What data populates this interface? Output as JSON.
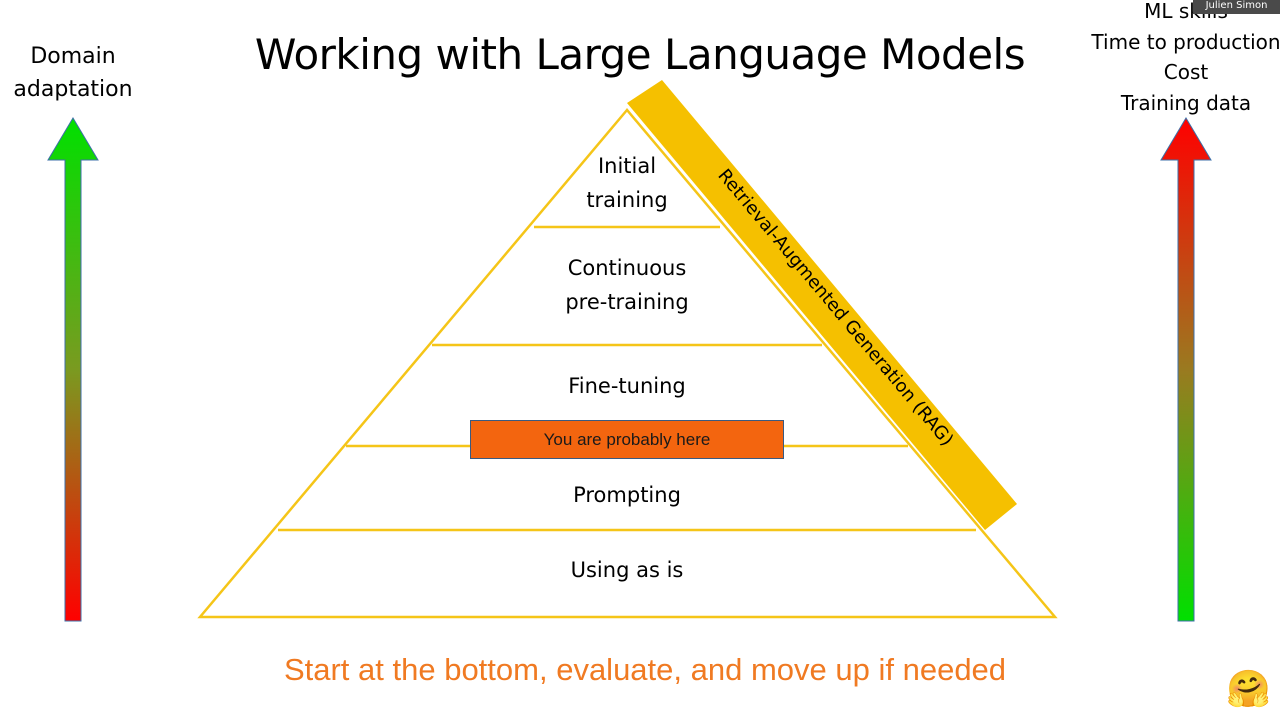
{
  "title": "Working with Large Language Models",
  "left_axis": {
    "label_line1": "Domain",
    "label_line2": "adaptation",
    "arrow_color_top": "#00e000",
    "arrow_color_bottom": "#ff0000"
  },
  "right_axis": {
    "labels": [
      "ML skills",
      "Time to production",
      "Cost",
      "Training data"
    ],
    "arrow_color_top": "#ff0000",
    "arrow_color_bottom": "#00e000"
  },
  "presenter_tag": "Julien Simon",
  "pyramid": {
    "outline_color": "#f5c518",
    "levels": [
      {
        "line1": "Initial",
        "line2": "training"
      },
      {
        "line1": "Continuous",
        "line2": "pre-training"
      },
      {
        "line1": "Fine-tuning",
        "line2": ""
      },
      {
        "line1": "Prompting",
        "line2": ""
      },
      {
        "line1": "Using as is",
        "line2": ""
      }
    ]
  },
  "marker": {
    "label": "You are probably here",
    "color": "#f3650f"
  },
  "rag_band": {
    "label": "Retrieval-Augmented Generation (RAG)",
    "color": "#f5c000"
  },
  "footer": {
    "text": "Start at the bottom, evaluate, and move up if needed",
    "color": "#f07a22"
  },
  "logo": {
    "icon": "hugging-face-emoji",
    "glyph": "🤗"
  }
}
